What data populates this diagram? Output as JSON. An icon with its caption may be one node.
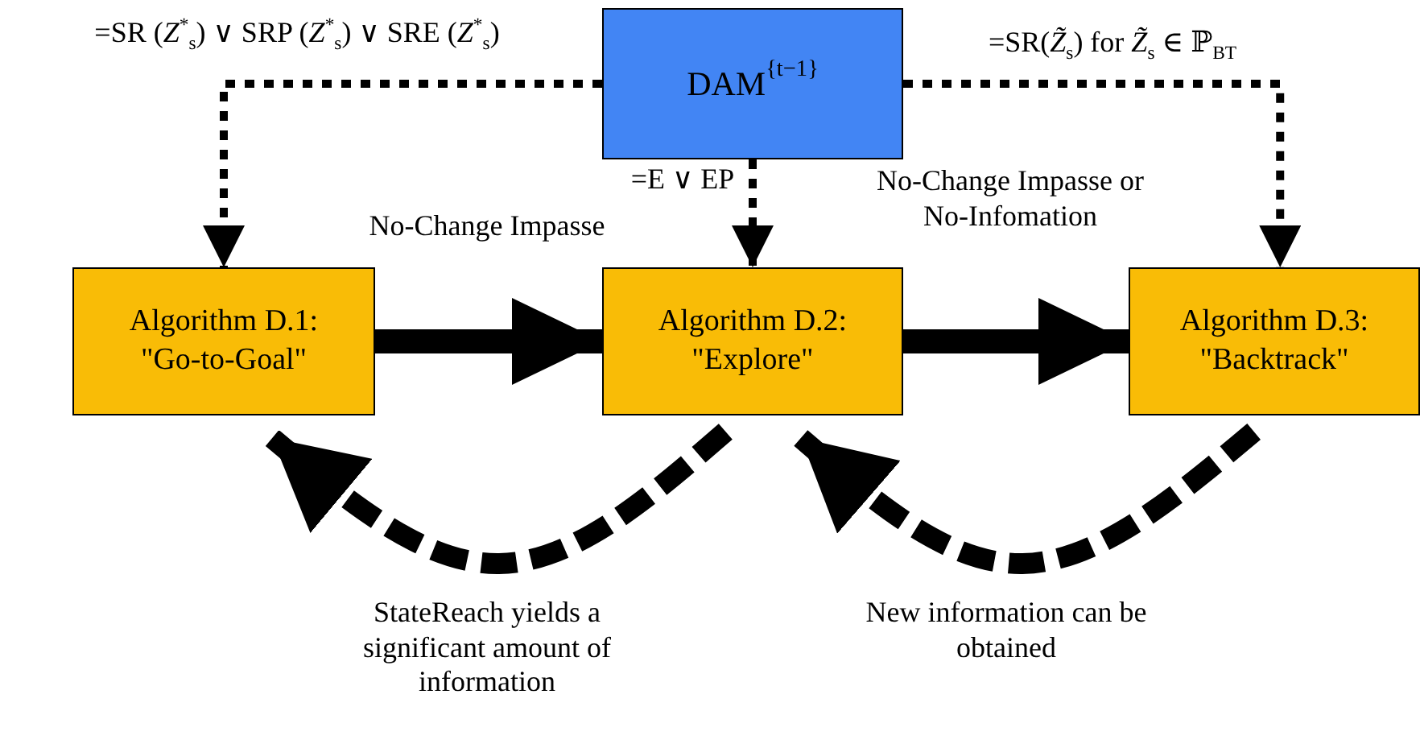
{
  "diagram": {
    "nodes": [
      {
        "text": [
          "DAM",
          "{t−1}"
        ]
      },
      {
        "text": [
          "Algorithm D.1:",
          "\"Go-to-Goal\""
        ]
      },
      {
        "text": [
          "Algorithm D.2:",
          "\"Explore\""
        ]
      },
      {
        "text": [
          "Algorithm D.3:",
          "\"Backtrack\""
        ]
      }
    ],
    "edges": [
      {
        "from": 0,
        "to": 1,
        "arrow": "to",
        "style": "dashed",
        "label": "=SR (*Z*$^{*}$$_{s}$) ∨ SRP (*Z*$^{*}$$_{s}$) ∨ SRE (*Z*$^{*}$$_{s}$)"
      },
      {
        "from": 0,
        "to": 2,
        "arrow": "to",
        "style": "dashed",
        "label": "=E ∨ EP"
      },
      {
        "from": 0,
        "to": 3,
        "arrow": "to",
        "style": "dashed",
        "label": "=SR(*Z̃*$_{s}$) for *Z̃*$_{s}$ ∈ ℙ$_{BT}$"
      },
      {
        "from": 1,
        "to": 2,
        "arrow": "to",
        "label": "No-Change Impasse"
      },
      {
        "from": 2,
        "to": 3,
        "arrow": "to",
        "label": "No-Change Impasse or No-Infomation"
      },
      {
        "from": 2,
        "to": 1,
        "arrow": "to",
        "style": "dashed",
        "label": "StateReach yields a significant amount of information"
      },
      {
        "from": 3,
        "to": 2,
        "arrow": "to",
        "style": "dashed",
        "label": "New information can be obtained"
      }
    ]
  }
}
